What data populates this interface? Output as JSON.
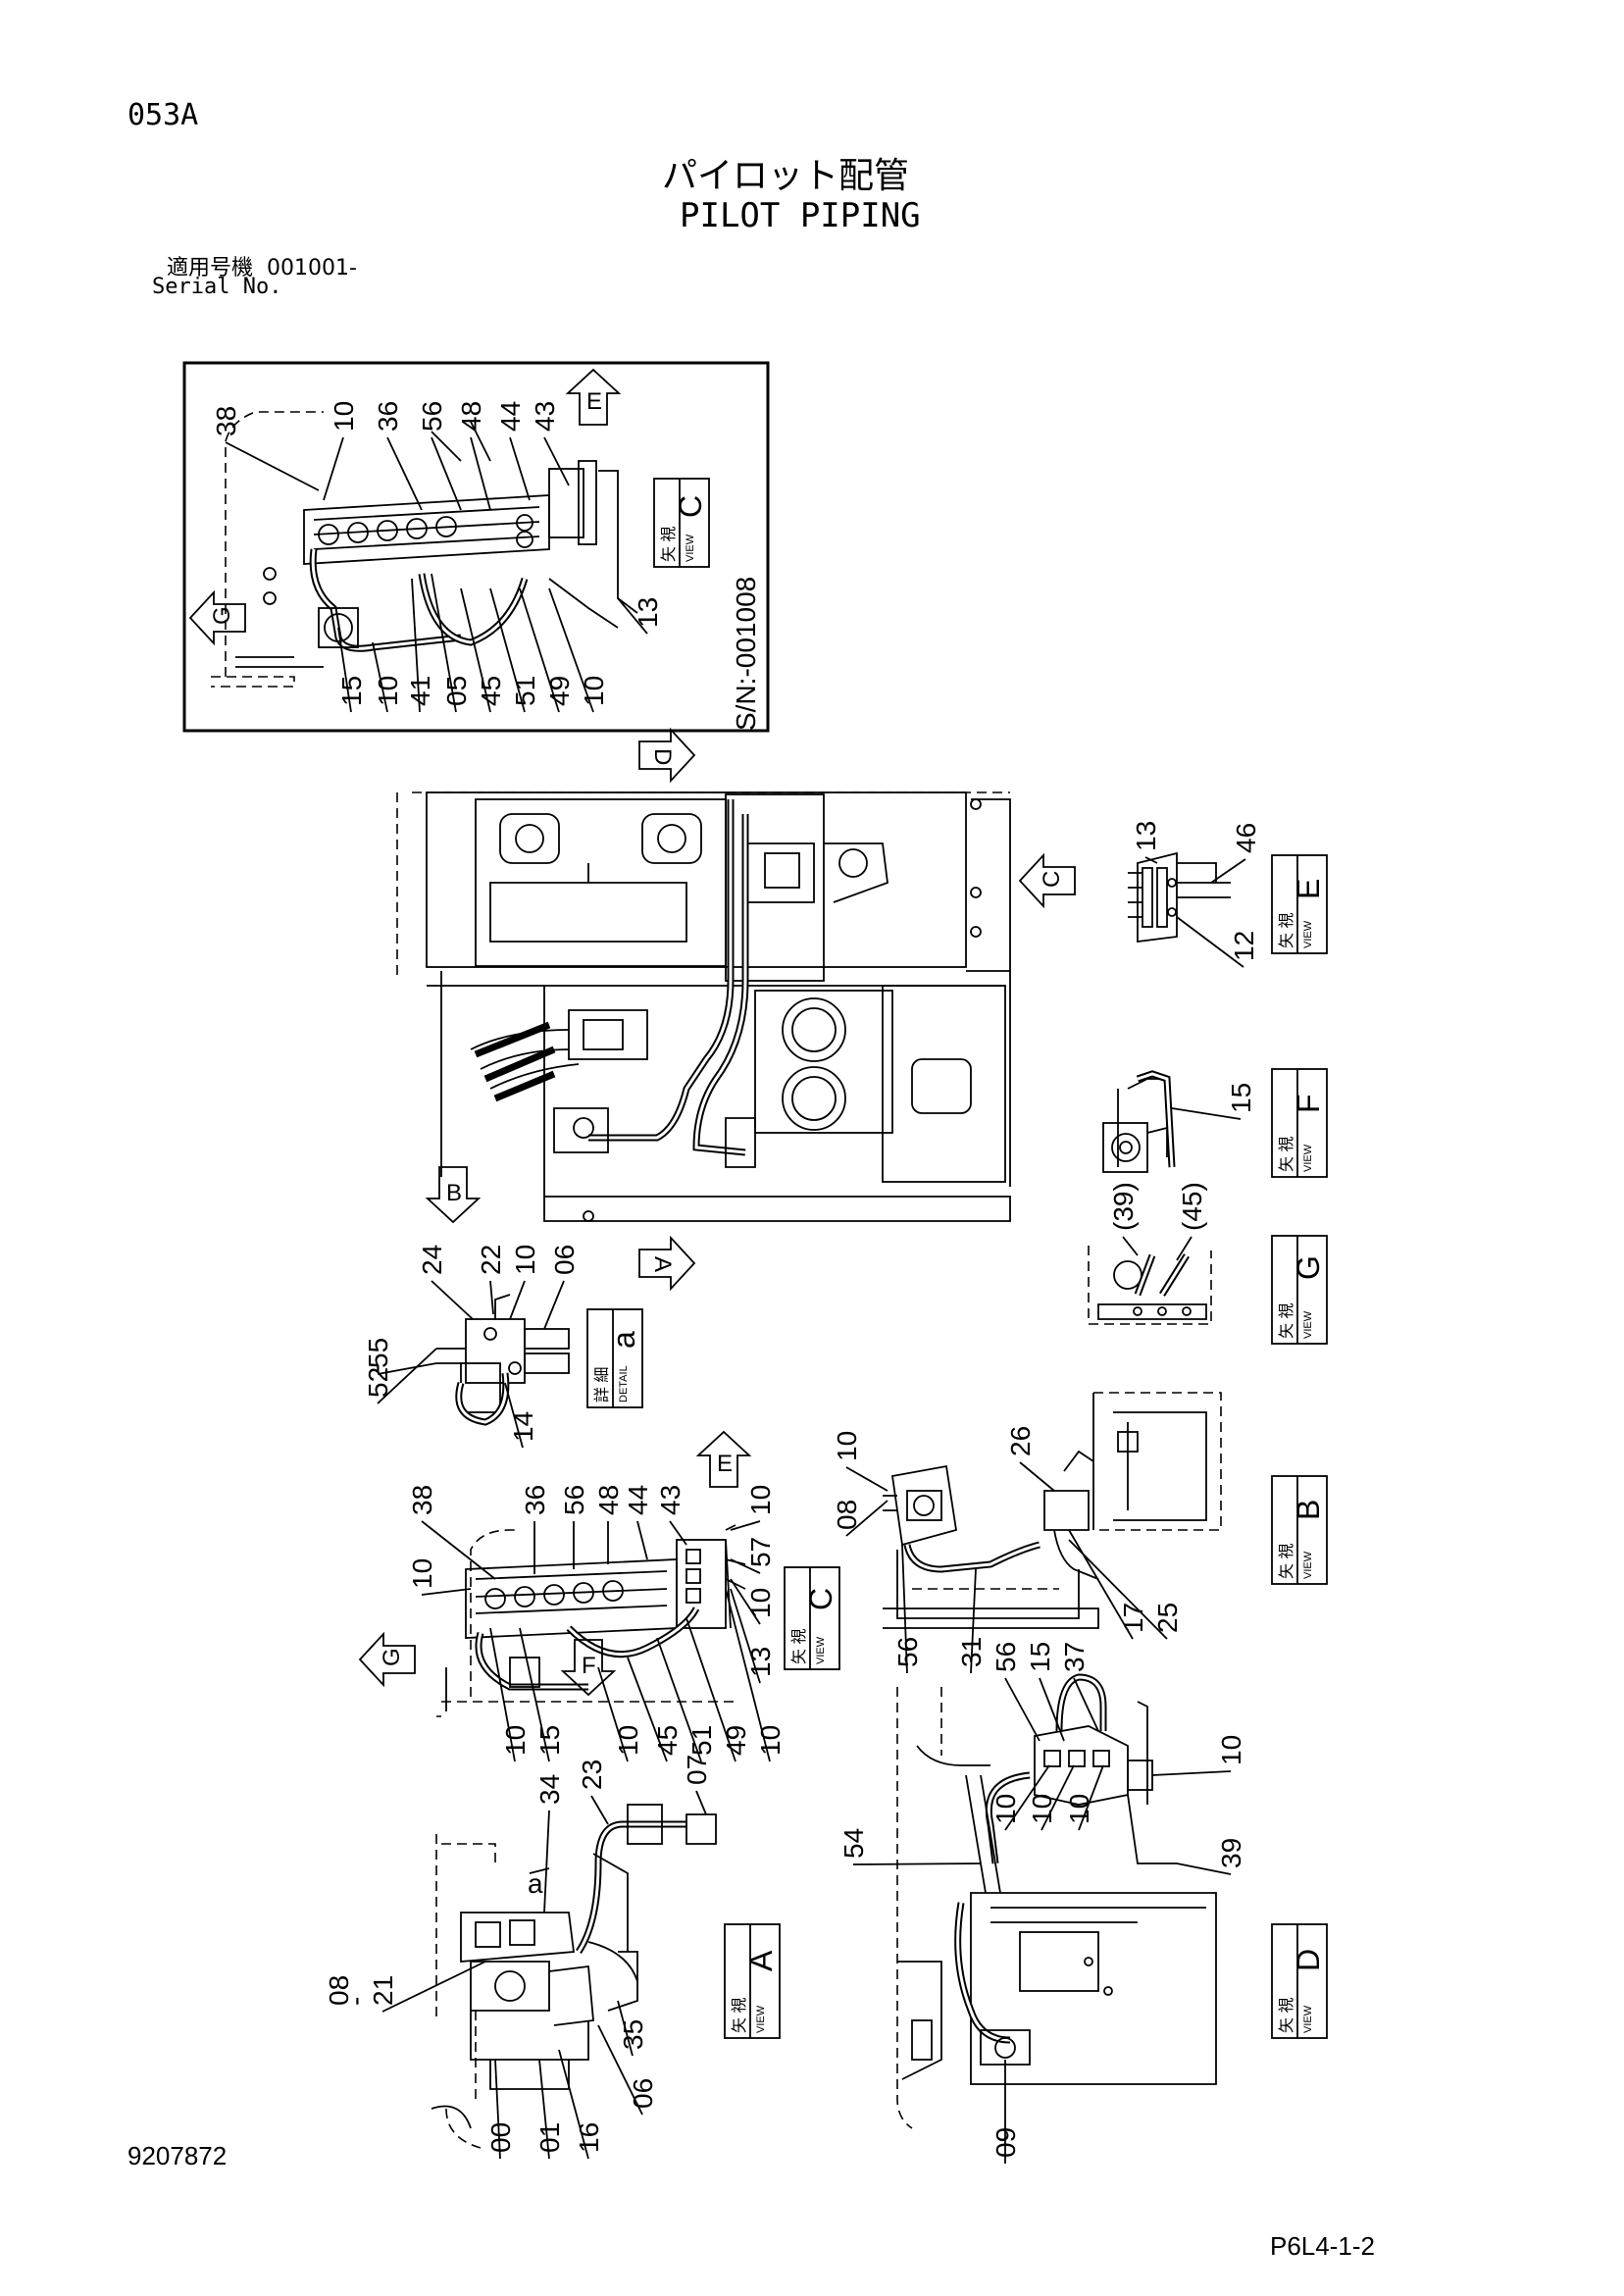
{
  "page_code": "053A",
  "title_jp": "パイロット配管",
  "title_en": "PILOT PIPING",
  "serial_label_jp": "適用号機",
  "serial_value": "001001-",
  "serial_label_en": "Serial No.",
  "doc_number": "9207872",
  "sheet_code": "P6L4-1-2",
  "view_word_jp": "矢 視",
  "view_word_en": "VIEW",
  "detail_word_jp": "詳 細",
  "detail_word_en": "DETAIL",
  "serial_range_note": "S/N:-001008",
  "view_tags": {
    "inset_c": "C",
    "e": "E",
    "f": "F",
    "g": "G",
    "b": "B",
    "detail_a": "a",
    "c": "C",
    "a": "A",
    "d": "D"
  },
  "arrow_letters": {
    "inset_e": "E",
    "inset_g": "G",
    "d": "D",
    "c": "C",
    "b": "B",
    "a": "A",
    "view_c_e": "E",
    "view_c_g": "G",
    "view_c_f": "F"
  },
  "part_labels": {
    "inset": [
      "38",
      "10",
      "36",
      "56",
      "48",
      "44",
      "43",
      "13",
      "15",
      "10",
      "41",
      "05",
      "45",
      "51",
      "49",
      "10"
    ],
    "view_e": [
      "13",
      "46",
      "12"
    ],
    "view_f": [
      "15"
    ],
    "view_g": [
      "(39)",
      "(45)"
    ],
    "detail_a": [
      "24",
      "22",
      "10",
      "06",
      "52",
      "-",
      "55",
      "14"
    ],
    "view_c": [
      "38",
      "10",
      "36",
      "56",
      "48",
      "44",
      "43",
      "10",
      "57",
      "10",
      "13",
      "10",
      "15",
      "10",
      "45",
      "51",
      "49",
      "10"
    ],
    "view_b": [
      "08",
      "10",
      "26",
      "56",
      "31",
      "17",
      "25"
    ],
    "view_d": [
      "56",
      "15",
      "37",
      "10",
      "54",
      "10",
      "10",
      "10",
      "39",
      "09"
    ],
    "view_a": [
      "34",
      "23",
      "07",
      "08",
      "-",
      "21",
      "a",
      "35",
      "06",
      "00",
      "01",
      "16"
    ]
  }
}
